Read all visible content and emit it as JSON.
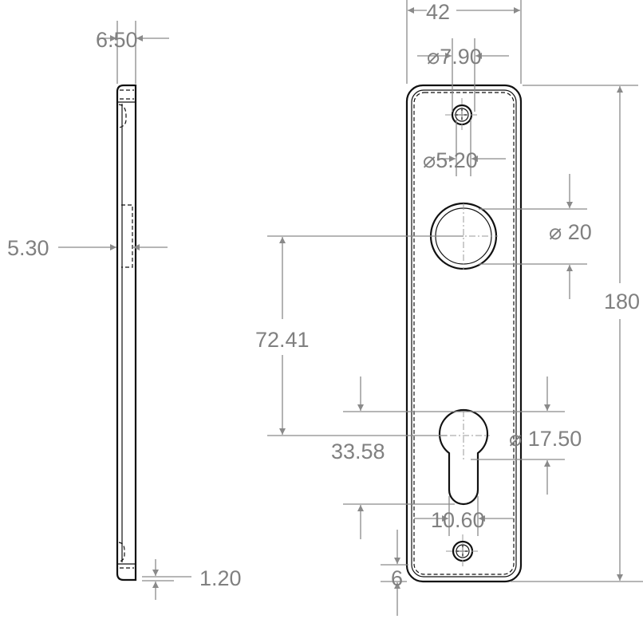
{
  "drawing": {
    "side_view": {
      "thickness": "6.50",
      "recess": "5.30",
      "lip": "1.20"
    },
    "front_view": {
      "width": "42",
      "screw_counterbore": "⌀7.90",
      "screw_hole": "⌀5.20",
      "handle_hole": "⌀ 20",
      "height": "180",
      "handle_to_cylinder": "72.41",
      "cylinder_dim": "33.58",
      "cylinder_round": "⌀ 17.50",
      "cylinder_slot_width": "10.60",
      "bottom_offset": "6"
    },
    "colors": {
      "geometry": "#111111",
      "dimension": "#8a8a8a"
    }
  }
}
